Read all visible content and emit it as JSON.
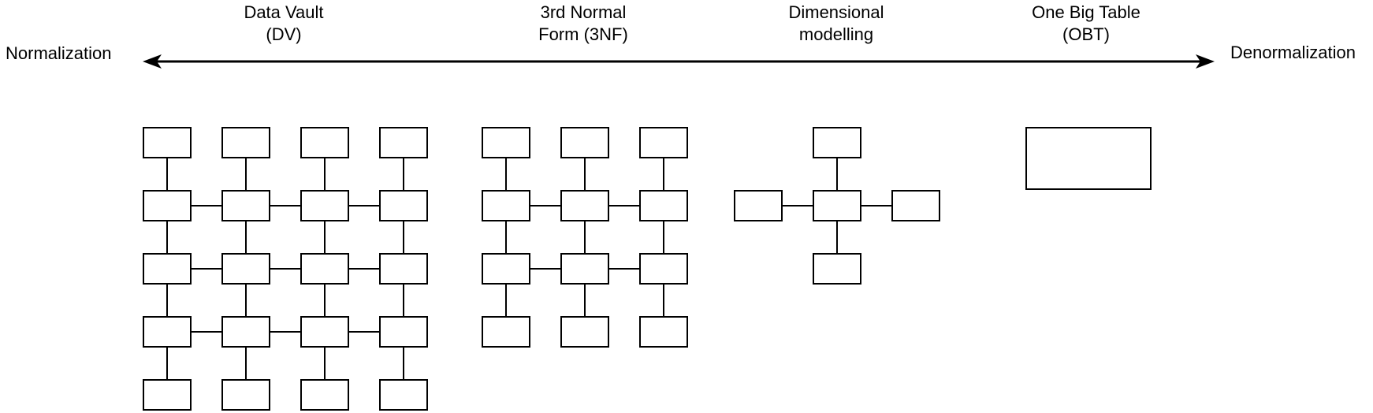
{
  "axis": {
    "left_label": "Normalization",
    "right_label": "Denormalization"
  },
  "approaches": [
    {
      "label_line1": "Data Vault",
      "label_line2": "(DV)",
      "diagram": {
        "type": "lattice",
        "cols": 4,
        "rows": 5,
        "linked_rows": [
          1,
          2,
          3
        ]
      }
    },
    {
      "label_line1": "3rd Normal",
      "label_line2": "Form (3NF)",
      "diagram": {
        "type": "lattice",
        "cols": 3,
        "rows": 4,
        "linked_rows": [
          1,
          2
        ]
      }
    },
    {
      "label_line1": "Dimensional",
      "label_line2": "modelling",
      "diagram": {
        "type": "star",
        "satellites": [
          "top",
          "left",
          "right",
          "bottom"
        ]
      }
    },
    {
      "label_line1": "One Big Table",
      "label_line2": "(OBT)",
      "diagram": {
        "type": "single"
      }
    }
  ],
  "colors": {
    "ink": "#000000",
    "background": "#ffffff"
  }
}
